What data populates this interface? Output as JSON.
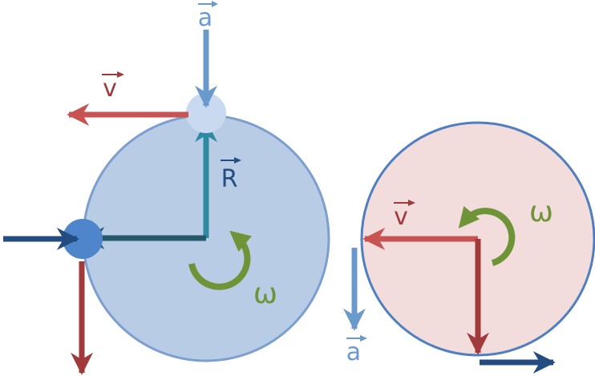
{
  "labels": {
    "accel_top": "a",
    "vel_top": "v",
    "radius": "R",
    "omega_left": "ω",
    "omega_right": "ω",
    "vel_right": "v",
    "accel_right": "a"
  },
  "colors": {
    "disk_left_fill": "#b8cce6",
    "disk_left_stroke": "#7c9fcf",
    "disk_right_fill": "#f2dcdc",
    "disk_right_stroke": "#4f7fc0",
    "particle_top": "#c9d9ef",
    "particle_left": "#4f86cb",
    "velocity": "#c85353",
    "velocity_dark": "#a13a3a",
    "acceleration": "#6a99cc",
    "radius": "#2e8aa0",
    "dark_blue": "#244c80",
    "teal_dark": "#24586a",
    "omega": "#6f9438"
  }
}
